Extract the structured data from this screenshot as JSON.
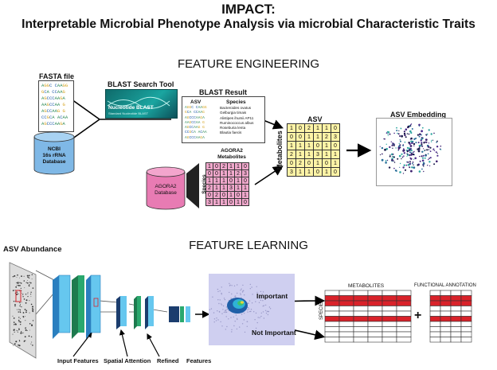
{
  "title": "IMPACT:",
  "subtitle": "Interpretable Microbial Phenotype Analysis via microbial Characteristic Traits",
  "sections": {
    "engineering": "FEATURE ENGINEERING",
    "learning": "FEATURE LEARNING"
  },
  "fasta": {
    "label": "FASTA file",
    "sequences": [
      "AGGC CAAGG",
      "GCA CCAAG",
      "AGCCCAAGA",
      "AAGCCAA G",
      "AGCCAAG G",
      "CCGCA ACAA",
      "AGCCCAAGA"
    ]
  },
  "ncbi": {
    "line1": "NCBI",
    "line2": "16s rRNA",
    "line3": "Database"
  },
  "blast_tool": {
    "label": "BLAST Search Tool",
    "panel_text": "Nucleotide BLAST",
    "panel_sub": "Standard Nucleotide BLAST"
  },
  "blast_result": {
    "label": "BLAST Result",
    "col_asv": "ASV",
    "col_species": "Species",
    "rows": [
      {
        "asv": "AGGC CAAGG",
        "species": "Bacteroides ovatus"
      },
      {
        "asv": "GCA CCAAG",
        "species": "Gelburgia timais"
      },
      {
        "asv": "AGCCCAAGA",
        "species": "Alistipes ihumii AP11"
      },
      {
        "asv": "AAGCCAA G",
        "species": "Ruminococcus albus"
      },
      {
        "asv": "AGCCAAG G",
        "species": "Roseburia lenta"
      },
      {
        "asv": "CCGCA ACAA",
        "species": "Blautia faecis"
      },
      {
        "asv": "AGCCCAAGA",
        "species": ""
      }
    ]
  },
  "agora": {
    "db_line1": "AGORA2",
    "db_line2": "Database",
    "matrix_label_1": "AGORA2",
    "matrix_label_2": "Metabolites",
    "side_label": "Species",
    "rows": [
      [
        "1",
        "0",
        "2",
        "1",
        "1",
        "0"
      ],
      [
        "0",
        "0",
        "1",
        "1",
        "2",
        "3"
      ],
      [
        "1",
        "1",
        "1",
        "0",
        "1",
        "0"
      ],
      [
        "2",
        "1",
        "1",
        "3",
        "1",
        "1"
      ],
      [
        "0",
        "2",
        "0",
        "1",
        "0",
        "1"
      ],
      [
        "3",
        "1",
        "1",
        "0",
        "1",
        "0"
      ]
    ]
  },
  "asv_matrix": {
    "label": "ASV",
    "side_label": "Metabolites",
    "rows": [
      [
        "1",
        "0",
        "2",
        "1",
        "1",
        "0"
      ],
      [
        "0",
        "0",
        "1",
        "1",
        "2",
        "3"
      ],
      [
        "1",
        "1",
        "1",
        "0",
        "1",
        "0"
      ],
      [
        "2",
        "1",
        "1",
        "3",
        "1",
        "1"
      ],
      [
        "0",
        "2",
        "0",
        "1",
        "0",
        "1"
      ],
      [
        "3",
        "1",
        "1",
        "0",
        "1",
        "0"
      ]
    ]
  },
  "embedding": {
    "label": "ASV Embedding"
  },
  "abundance": {
    "label": "ASV Abundance"
  },
  "cnn_labels": {
    "input": "Input Features",
    "spatial": "Spatial Attention",
    "refined": "Refined",
    "features": "Features"
  },
  "attention": {
    "important": "Important",
    "not_important": "Not Important"
  },
  "output": {
    "metabolites": "METABOLITES",
    "functional": "FUNCTIONAL ANNOTATION",
    "species": "SPECIES",
    "plus": "+"
  },
  "colors": {
    "fasta_a": "#2e8b57",
    "fasta_c": "#1e5aa8",
    "fasta_g": "#d4a017",
    "fasta_t": "#c0392b",
    "ncbi": "#7fb8e6",
    "agora_db": "#e87bb3",
    "agora_matrix": "#f0a8cc",
    "asv_matrix": "#fdf3a6",
    "cnn_light": "#66c7ef",
    "cnn_green": "#2aa86e",
    "cnn_dark": "#1b3d6e",
    "red_row": "#d9222a",
    "attn_bg": "#cfcff0"
  }
}
